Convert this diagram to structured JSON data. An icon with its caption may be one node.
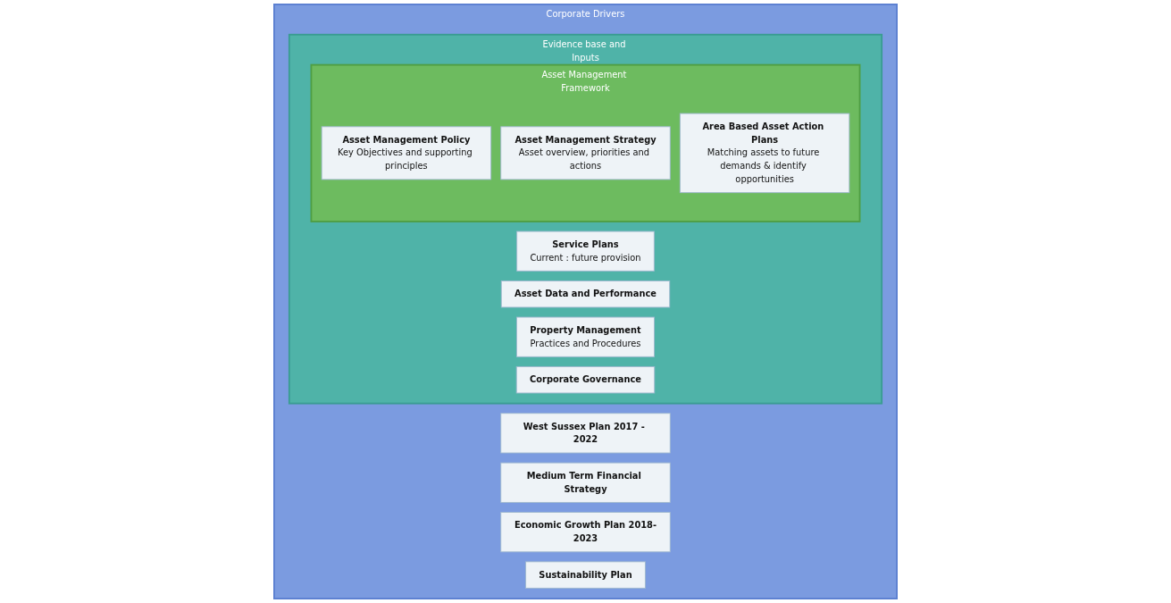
{
  "diagram": {
    "nodes": [
      {
        "text": [
          "Corporate Drivers"
        ]
      },
      {
        "text": [
          "West Sussex Plan 2017 - 2022"
        ],
        "in": 0
      },
      {
        "text": [
          "Medium Term Financial Strategy"
        ],
        "in": 0
      },
      {
        "text": [
          "Economic Growth Plan 2018-2023"
        ],
        "in": 0
      },
      {
        "text": [
          "Sustainability Plan"
        ],
        "in": 0
      },
      {
        "text": [
          "Evidence base and Inputs"
        ],
        "in": 0
      },
      {
        "text": [
          "Service Plans",
          "Current : future provision"
        ],
        "in": 5
      },
      {
        "text": [
          "Asset Data and Performance"
        ],
        "in": 5
      },
      {
        "text": [
          "Property Management",
          "Practices and Procedures"
        ],
        "in": 5
      },
      {
        "text": [
          "Corporate Governance"
        ],
        "in": 5
      },
      {
        "text": [
          "Asset Management Framework"
        ],
        "in": 5
      },
      {
        "text": [
          "Asset Management Policy",
          "Key Objectives and supporting principles"
        ],
        "in": 10
      },
      {
        "text": [
          "Asset Management Strategy",
          "Asset overview, priorities and actions"
        ],
        "in": 10
      },
      {
        "text": [
          "Area Based Asset Action Plans",
          "Matching assets to future demands & identify opportunities"
        ],
        "in": 10
      }
    ],
    "edges": []
  }
}
